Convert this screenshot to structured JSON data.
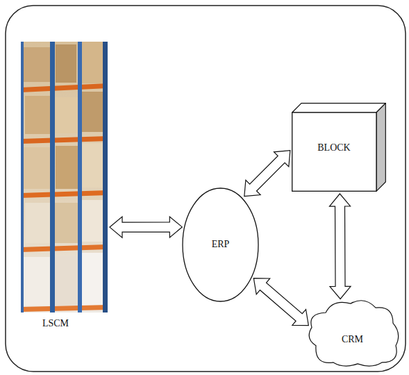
{
  "diagram": {
    "nodes": [
      {
        "text": [
          "LSCM"
        ]
      },
      {
        "text": [
          "ERP"
        ]
      },
      {
        "text": [
          "BLOCK"
        ]
      },
      {
        "text": [
          "CRM"
        ]
      }
    ],
    "edges": [
      {
        "from": 0,
        "to": 1,
        "arrow": "both"
      },
      {
        "from": 1,
        "to": 2,
        "arrow": "both"
      },
      {
        "from": 2,
        "to": 3,
        "arrow": "both"
      },
      {
        "from": 1,
        "to": 3,
        "arrow": "both"
      }
    ]
  }
}
